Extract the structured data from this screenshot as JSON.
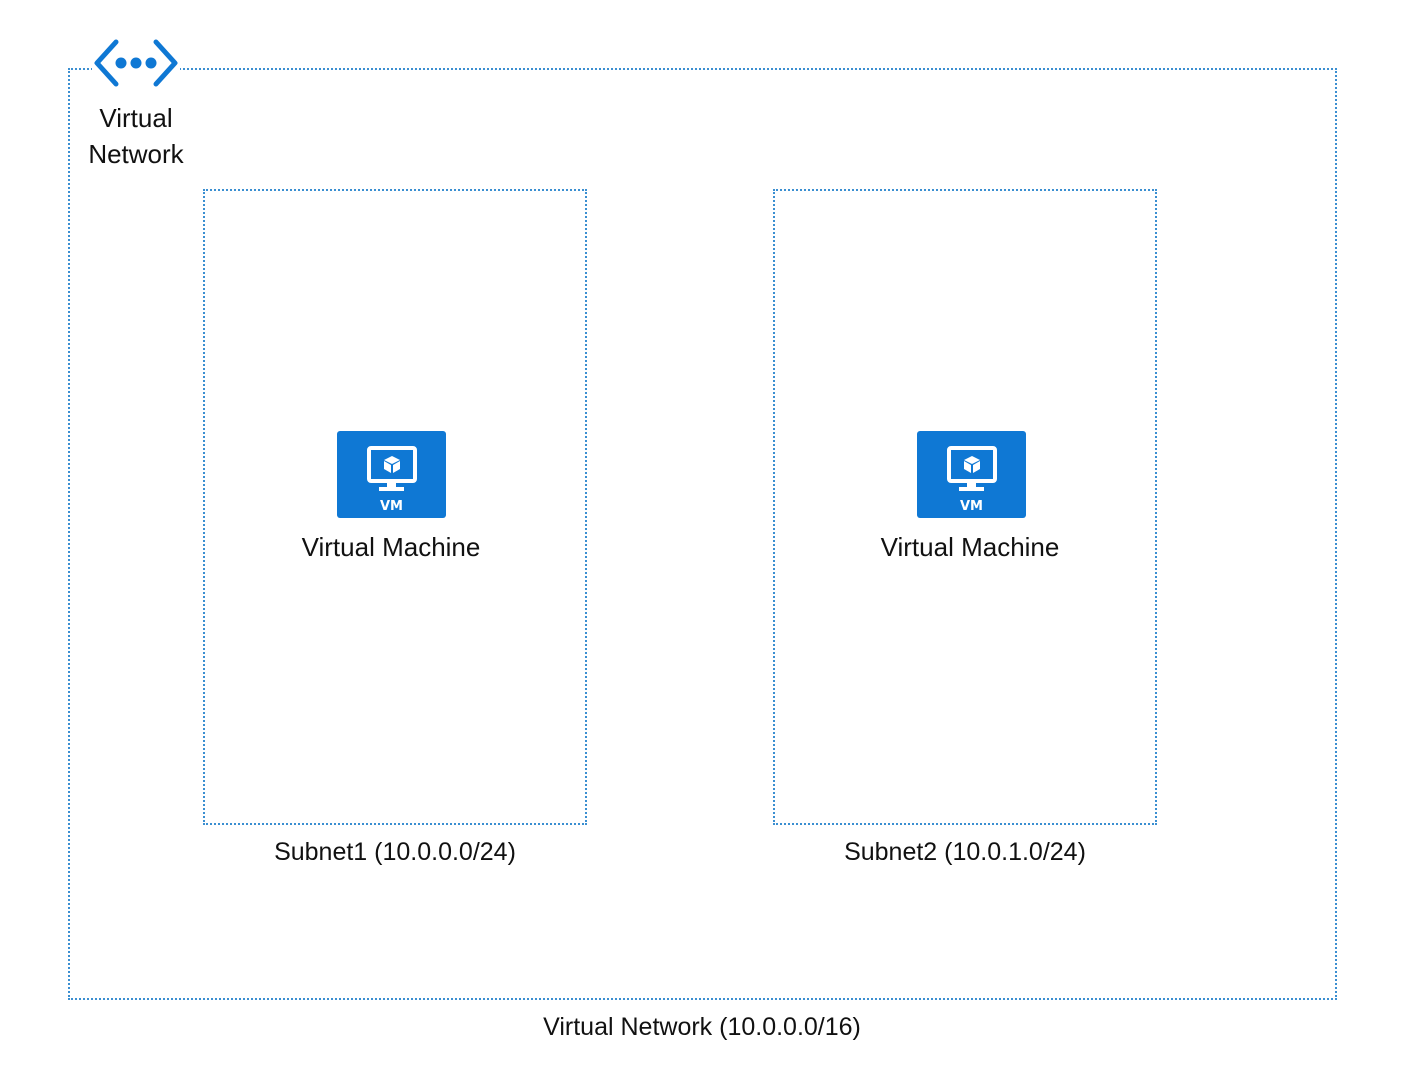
{
  "diagram": {
    "virtual_network": {
      "icon": "virtual-network-icon",
      "icon_title": "Virtual Network",
      "icon_title_lines": [
        "Virtual",
        "Network"
      ],
      "label": "Virtual Network (10.0.0.0/16)",
      "border_color": "#3b8fd1"
    },
    "subnets": [
      {
        "label": "Subnet1 (10.0.0.0/24)",
        "vm": {
          "icon": "vm-icon",
          "tag": "VM",
          "name": "Virtual Machine"
        }
      },
      {
        "label": "Subnet2 (10.0.1.0/24)",
        "vm": {
          "icon": "vm-icon",
          "tag": "VM",
          "name": "Virtual Machine"
        }
      }
    ],
    "colors": {
      "azure_blue": "#0f78d4",
      "dotted_border": "#3b8fd1",
      "text": "#111111"
    }
  }
}
